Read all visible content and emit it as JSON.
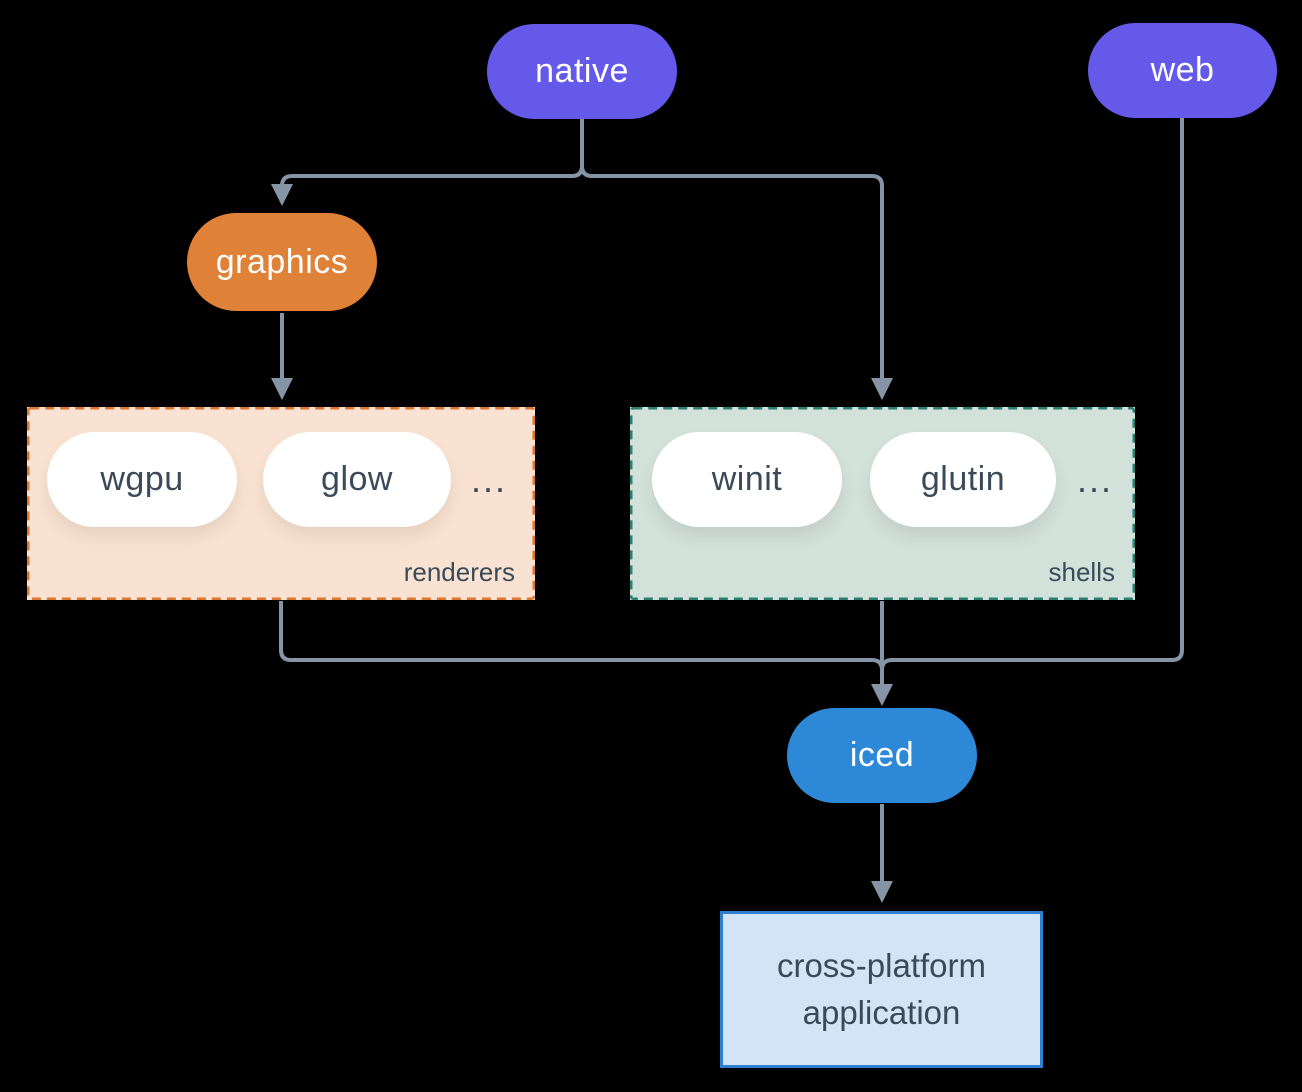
{
  "colors": {
    "background": "#000000",
    "wire": "#8595a6",
    "purple": "#6559e9",
    "orange": "#e08138",
    "blue": "#2d89d8",
    "dark_text": "#3a4a58",
    "renderers_fill": "#f9e2d1",
    "renderers_border": "#e0772e",
    "shells_fill": "#d3e1db",
    "shells_border": "#2a7f70",
    "application_fill": "#d3e4f6",
    "application_border": "#2d7fd0"
  },
  "nodes": {
    "native": {
      "label": "native",
      "fill": "#6559e9"
    },
    "web": {
      "label": "web",
      "fill": "#6559e9"
    },
    "graphics": {
      "label": "graphics",
      "fill": "#e08138"
    },
    "iced": {
      "label": "iced",
      "fill": "#2d89d8"
    },
    "application": {
      "lines": [
        "cross-platform",
        "application"
      ],
      "fill": "#d3e4f6",
      "border": "#2d7fd0"
    }
  },
  "groups": {
    "renderers": {
      "label": "renderers",
      "items": [
        "wgpu",
        "glow",
        "..."
      ],
      "fill": "#f9e2d1",
      "border": "#e0772e"
    },
    "shells": {
      "label": "shells",
      "items": [
        "winit",
        "glutin",
        "..."
      ],
      "fill": "#d3e1db",
      "border": "#2a7f70"
    }
  },
  "connections": [
    {
      "from": "native",
      "to": "graphics"
    },
    {
      "from": "native",
      "to": "shells"
    },
    {
      "from": "graphics",
      "to": "renderers"
    },
    {
      "from": "renderers",
      "to": "iced"
    },
    {
      "from": "shells",
      "to": "iced"
    },
    {
      "from": "web",
      "to": "iced"
    },
    {
      "from": "iced",
      "to": "cross-platform application"
    }
  ]
}
